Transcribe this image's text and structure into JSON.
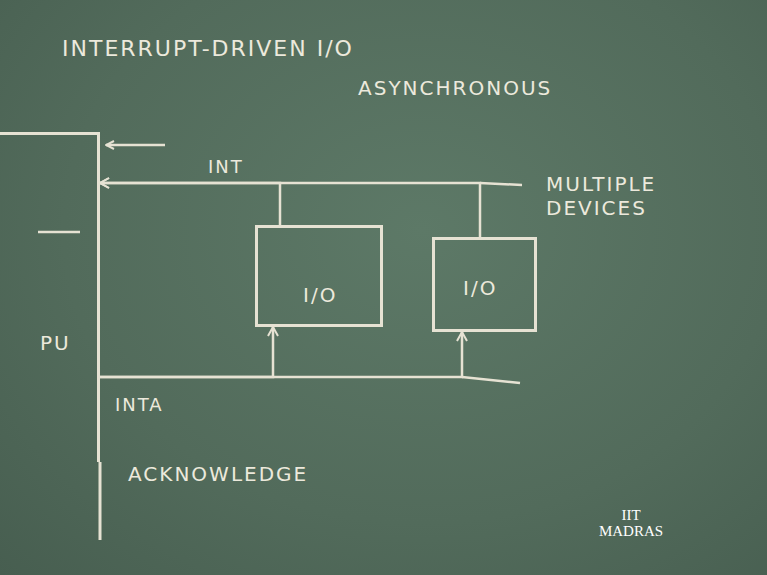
{
  "diagram": {
    "title": "INTERRUPT-DRIVEN I/O",
    "nodes": [
      {
        "text": [
          "PU"
        ]
      },
      {
        "text": [
          "I/O"
        ]
      },
      {
        "text": [
          "I/O"
        ]
      }
    ],
    "edges": [
      {
        "from": 1,
        "to": 0,
        "arrow": "to",
        "label": "INT"
      },
      {
        "from": 2,
        "to": 0,
        "arrow": "to"
      },
      {
        "from": 0,
        "to": 1,
        "arrow": "to",
        "label": "INTA"
      },
      {
        "from": 0,
        "to": 2,
        "arrow": "to"
      }
    ],
    "labels": [
      "ASYNCHRONOUS",
      "MULTIPLE DEVICES",
      "ACKNOWLEDGE",
      "IIT MADRAS"
    ]
  }
}
